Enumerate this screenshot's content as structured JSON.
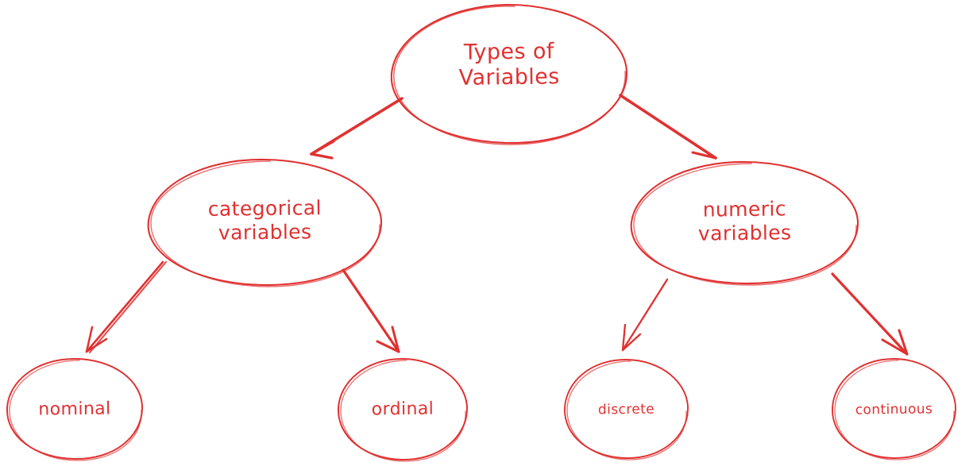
{
  "diagram": {
    "title": "Types of Variables",
    "style": "hand-drawn sketch",
    "stroke_color": "#e03131",
    "background_color": "#ffffff",
    "nodes": [
      {
        "id": "root",
        "label": "Types of\nVariables",
        "level": 0
      },
      {
        "id": "categorical",
        "label": "categorical\nvariables",
        "level": 1
      },
      {
        "id": "numeric",
        "label": "numeric\nvariables",
        "level": 1
      },
      {
        "id": "nominal",
        "label": "nominal",
        "level": 2
      },
      {
        "id": "ordinal",
        "label": "ordinal",
        "level": 2
      },
      {
        "id": "discrete",
        "label": "discrete",
        "level": 2
      },
      {
        "id": "continuous",
        "label": "continuous",
        "level": 2
      }
    ],
    "edges": [
      {
        "from": "root",
        "to": "categorical"
      },
      {
        "from": "root",
        "to": "numeric"
      },
      {
        "from": "categorical",
        "to": "nominal"
      },
      {
        "from": "categorical",
        "to": "ordinal"
      },
      {
        "from": "numeric",
        "to": "discrete"
      },
      {
        "from": "numeric",
        "to": "continuous"
      }
    ]
  }
}
